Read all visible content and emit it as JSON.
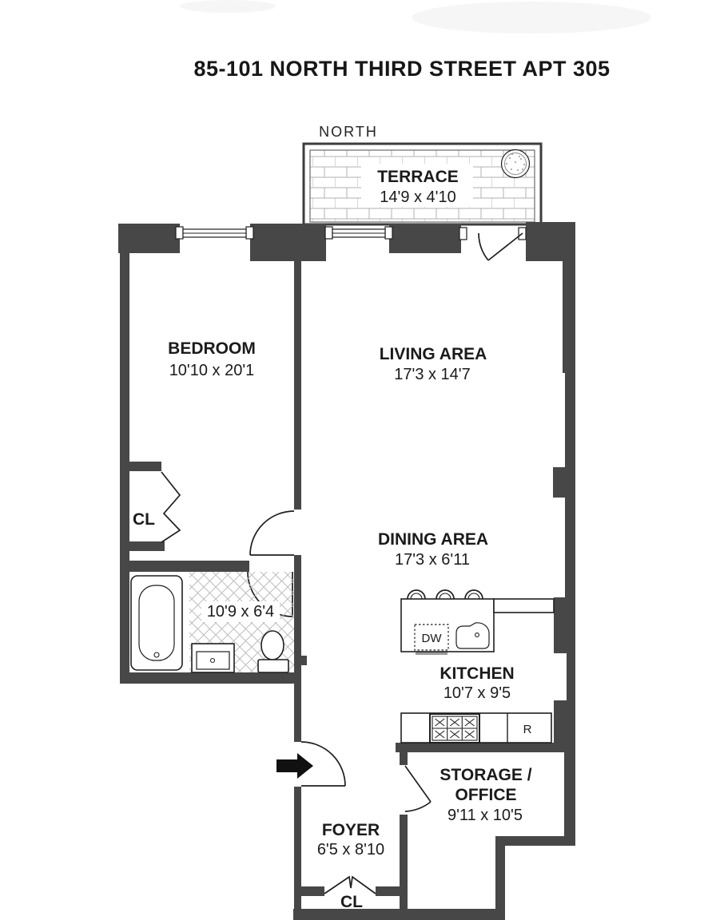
{
  "title": "85-101 NORTH THIRD STREET APT 305",
  "compass": {
    "north_label": "NORTH"
  },
  "rooms": {
    "terrace": {
      "name": "TERRACE",
      "dims": "14'9 x 4'10"
    },
    "bedroom": {
      "name": "BEDROOM",
      "dims": "10'10 x 20'1"
    },
    "living_area": {
      "name": "LIVING AREA",
      "dims": "17'3 x 14'7"
    },
    "dining_area": {
      "name": "DINING AREA",
      "dims": "17'3 x 6'11"
    },
    "bathroom": {
      "dims": "10'9 x 6'4"
    },
    "kitchen": {
      "name": "KITCHEN",
      "dims": "10'7 x 9'5"
    },
    "storage_office": {
      "name_line1": "STORAGE /",
      "name_line2": "OFFICE",
      "dims": "9'11 x 10'5"
    },
    "foyer": {
      "name": "FOYER",
      "dims": "6'5 x 8'10"
    },
    "hall_closet": {
      "label": "CL"
    },
    "foyer_closet": {
      "label": "CL"
    }
  },
  "appliances": {
    "dishwasher_label": "DW",
    "refrigerator_label": "R"
  },
  "colors": {
    "wall": "#474747",
    "line": "#1f1f1f",
    "pattern_line": "#b5b5b5",
    "text": "#1b1b1b",
    "background": "#ffffff"
  }
}
